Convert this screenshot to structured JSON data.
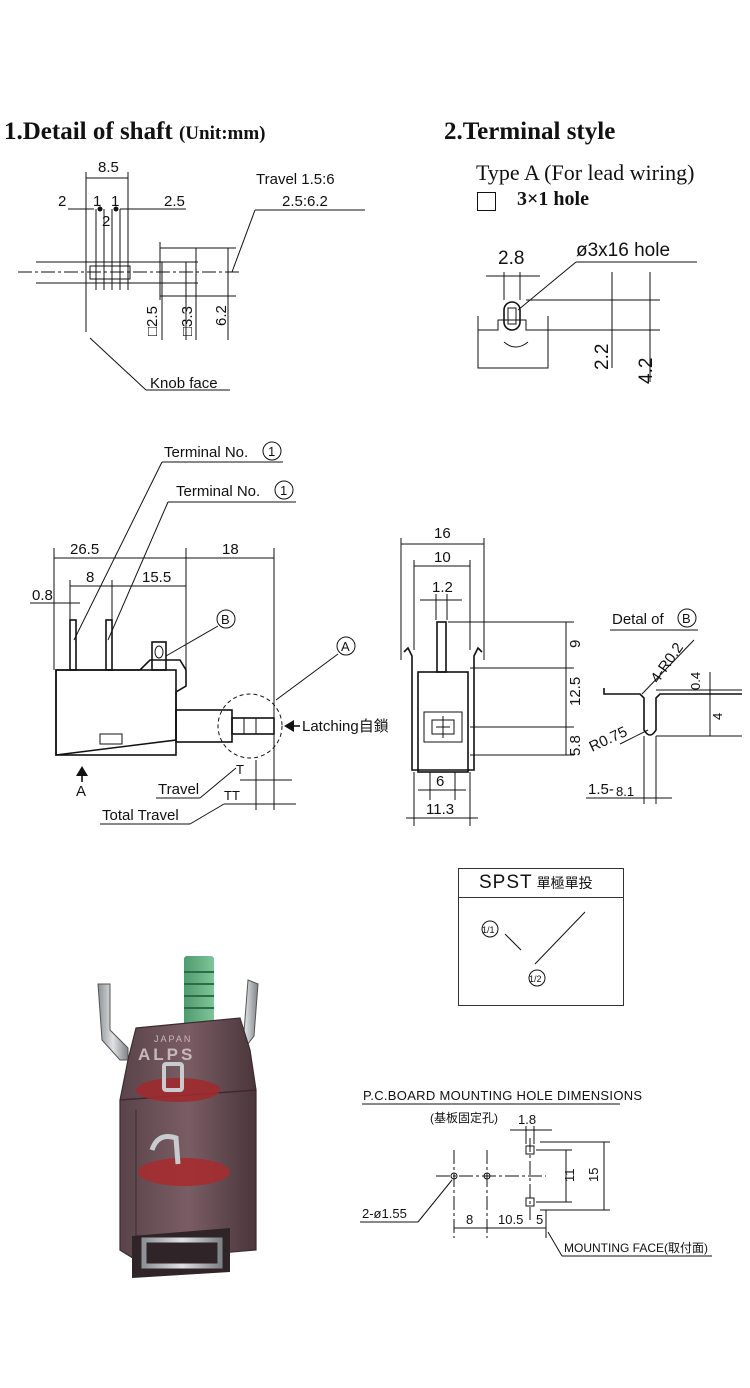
{
  "section1": {
    "title": "1.Detail of shaft ",
    "unit": "(Unit:mm)"
  },
  "section2": {
    "title": "2.Terminal style",
    "type_a": "Type A (For lead wiring)",
    "hole_label": "3×1 hole"
  },
  "shaft": {
    "dim_85": "8.5",
    "dim_2": "2",
    "dim_1a": "1",
    "dim_1b": "1",
    "dim_2b": "2",
    "dim_25": "2.5",
    "travel_a": "Travel 1.5:6",
    "travel_b": "2.5:6.2",
    "sq25": "□2.5",
    "sq33": "□3.3",
    "dim_62": "6.2",
    "knob_face": "Knob face"
  },
  "terminal": {
    "dim_28": "2.8",
    "hole": "ø3x16 hole",
    "dim_22": "2.2",
    "dim_42": "4.2"
  },
  "main": {
    "terminal_no_1": "Terminal No.",
    "terminal_no_2": "Terminal No.",
    "circle_1": "1",
    "dim_265": "26.5",
    "dim_18": "18",
    "dim_08": "0.8",
    "dim_8": "8",
    "dim_155": "15.5",
    "circle_b": "B",
    "circle_a": "A",
    "latching": "Latching自鎖",
    "arrow_a": "A",
    "travel": "Travel",
    "total_travel": "Total Travel",
    "t1": "T",
    "t2": "TT"
  },
  "front": {
    "dim_16": "16",
    "dim_10": "10",
    "dim_12": "1.2",
    "dim_9": "9",
    "dim_125": "12.5",
    "dim_58": "5.8",
    "dim_6": "6",
    "dim_113": "11.3"
  },
  "detail_b": {
    "label": "Detal of",
    "circle": "B",
    "r02": "4-R0.2",
    "dim_04": "0.4",
    "dim_4": "4",
    "r075": "R0.75",
    "dim_15": "1.5-",
    "dim_15_sub": "8.1"
  },
  "spst": {
    "title": "SPST",
    "cjk": "單極單投",
    "t1": "1/1",
    "t2": "1/2"
  },
  "pcb": {
    "title": "P.C.BOARD MOUNTING HOLE DIMENSIONS",
    "sub": "(基板固定孔)",
    "dim_18": "1.8",
    "dim_11": "11",
    "dim_15": "15",
    "holes": "2-ø1.55",
    "dim_8": "8",
    "dim_105": "10.5",
    "dim_5": "5",
    "mounting_face": "MOUNTING FACE(取付面)"
  },
  "photo": {
    "brand": "ALPS",
    "origin": "JAPAN"
  }
}
